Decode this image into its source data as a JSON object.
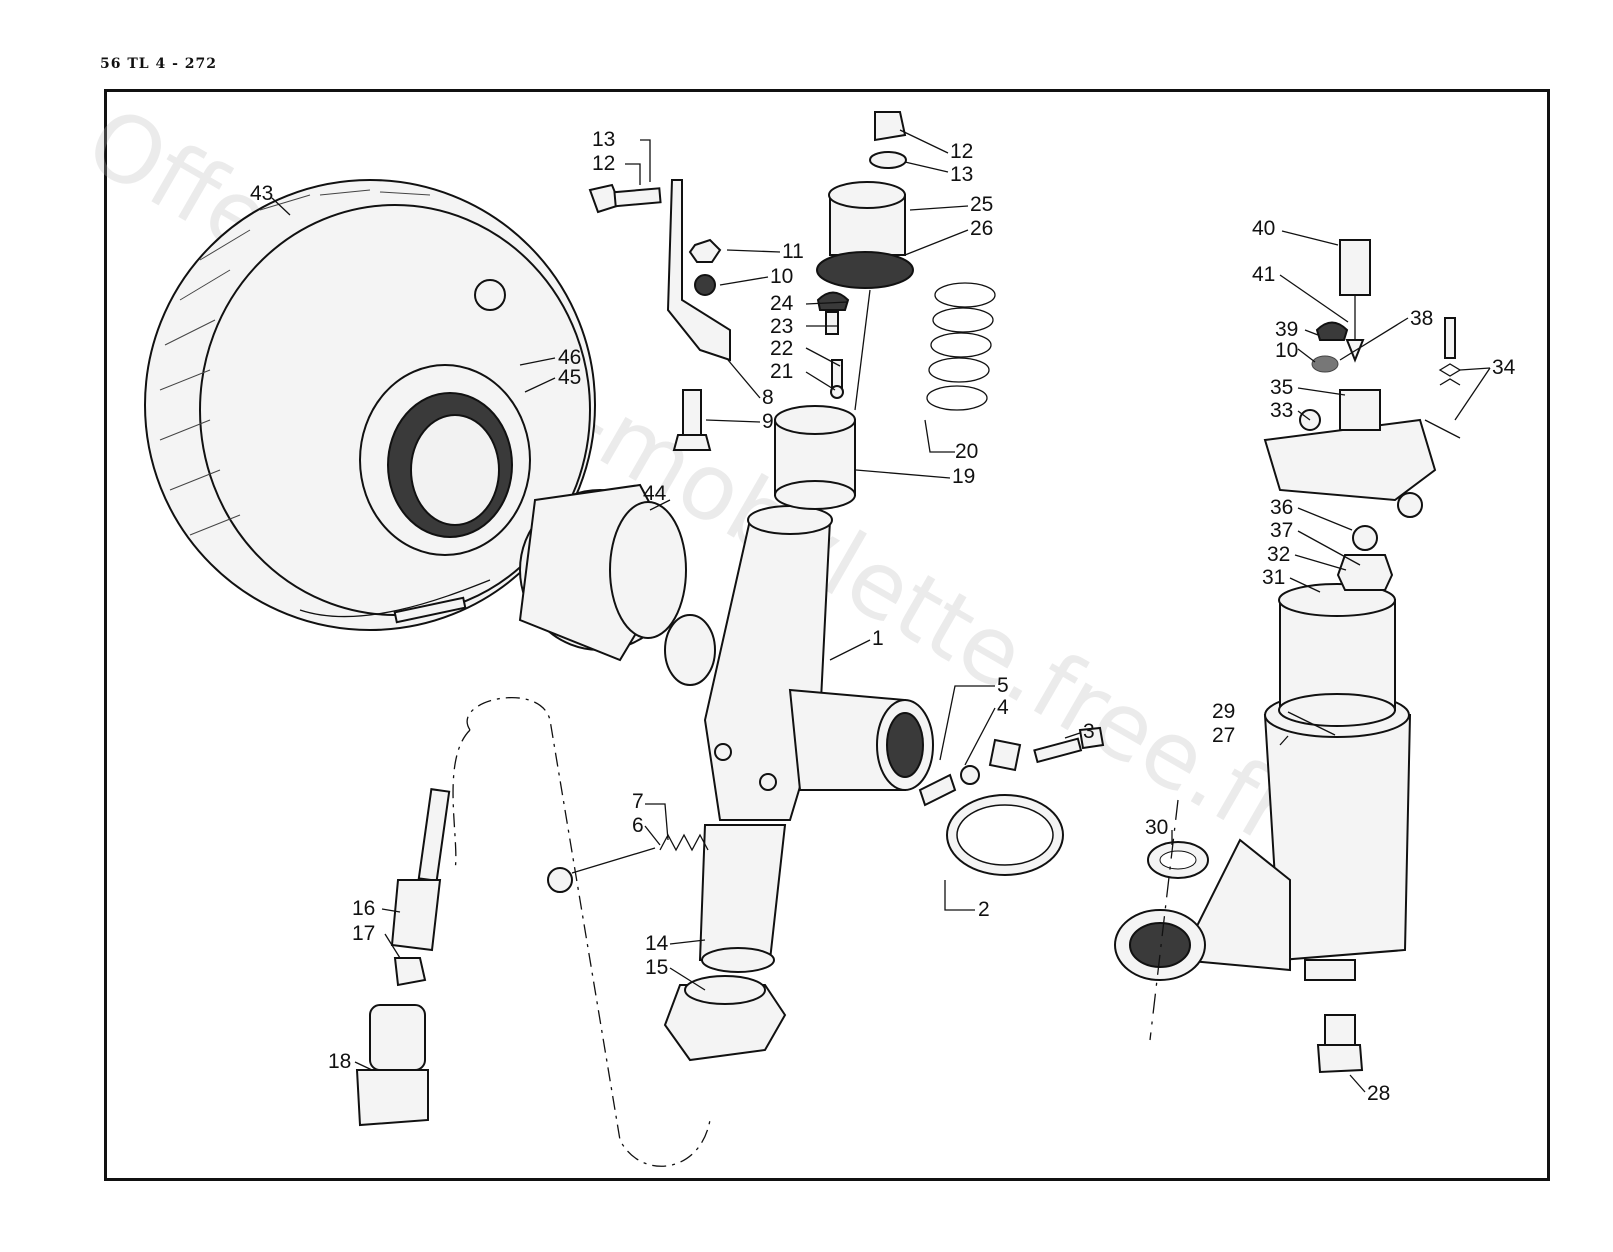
{
  "header": {
    "reference": "56 TL 4 - 272"
  },
  "watermark": {
    "text": "Offert par la-mobylette.free.fr"
  },
  "callouts": [
    {
      "id": "c13a",
      "label": "13"
    },
    {
      "id": "c12a",
      "label": "12"
    },
    {
      "id": "c43",
      "label": "43"
    },
    {
      "id": "c12b",
      "label": "12"
    },
    {
      "id": "c13b",
      "label": "13"
    },
    {
      "id": "c25",
      "label": "25"
    },
    {
      "id": "c26",
      "label": "26"
    },
    {
      "id": "c11",
      "label": "11"
    },
    {
      "id": "c10a",
      "label": "10"
    },
    {
      "id": "c24",
      "label": "24"
    },
    {
      "id": "c23",
      "label": "23"
    },
    {
      "id": "c22",
      "label": "22"
    },
    {
      "id": "c21",
      "label": "21"
    },
    {
      "id": "c8",
      "label": "8"
    },
    {
      "id": "c9",
      "label": "9"
    },
    {
      "id": "c46",
      "label": "46"
    },
    {
      "id": "c45",
      "label": "45"
    },
    {
      "id": "c20",
      "label": "20"
    },
    {
      "id": "c19",
      "label": "19"
    },
    {
      "id": "c44",
      "label": "44"
    },
    {
      "id": "c1",
      "label": "1"
    },
    {
      "id": "c5",
      "label": "5"
    },
    {
      "id": "c4",
      "label": "4"
    },
    {
      "id": "c3",
      "label": "3"
    },
    {
      "id": "c7",
      "label": "7"
    },
    {
      "id": "c6",
      "label": "6"
    },
    {
      "id": "c2",
      "label": "2"
    },
    {
      "id": "c16",
      "label": "16"
    },
    {
      "id": "c17",
      "label": "17"
    },
    {
      "id": "c14",
      "label": "14"
    },
    {
      "id": "c15",
      "label": "15"
    },
    {
      "id": "c18",
      "label": "18"
    },
    {
      "id": "c40",
      "label": "40"
    },
    {
      "id": "c41",
      "label": "41"
    },
    {
      "id": "c39",
      "label": "39"
    },
    {
      "id": "c38",
      "label": "38"
    },
    {
      "id": "c10b",
      "label": "10"
    },
    {
      "id": "c34",
      "label": "34"
    },
    {
      "id": "c35",
      "label": "35"
    },
    {
      "id": "c33",
      "label": "33"
    },
    {
      "id": "c36",
      "label": "36"
    },
    {
      "id": "c37",
      "label": "37"
    },
    {
      "id": "c32",
      "label": "32"
    },
    {
      "id": "c31",
      "label": "31"
    },
    {
      "id": "c29",
      "label": "29"
    },
    {
      "id": "c27",
      "label": "27"
    },
    {
      "id": "c30",
      "label": "30"
    },
    {
      "id": "c28",
      "label": "28"
    }
  ]
}
